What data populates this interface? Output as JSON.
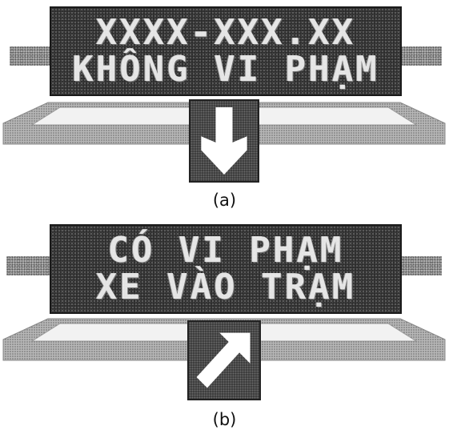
{
  "panel_a": {
    "line1": "XXXX-XXX.XX",
    "line2": "KHÔNG VI PHẠM",
    "arrow": "arrow-down-icon",
    "caption": "(a)"
  },
  "panel_b": {
    "line1": "CÓ VI PHẠM",
    "line2": "XE VÀO TRẠM",
    "arrow": "arrow-up-right-icon",
    "caption": "(b)"
  }
}
